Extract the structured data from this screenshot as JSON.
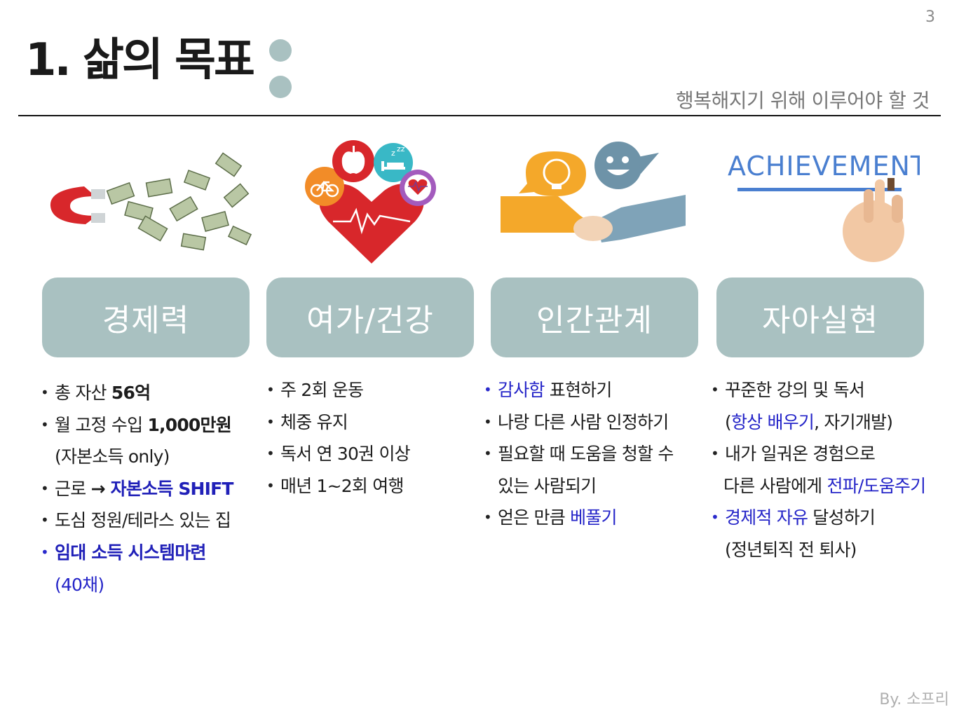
{
  "page_number": "3",
  "header": {
    "title": "1. 삶의 목표",
    "subtitle": "행복해지기 위해 이루어야 할 것"
  },
  "illustrations": {
    "achievement_text": "ACHIEVEMENT"
  },
  "columns": [
    {
      "category": "경제력",
      "items": [
        {
          "prefix": "총 자산 ",
          "bold": "56억",
          "suffix": ""
        },
        {
          "prefix": "월 고정 수입 ",
          "bold": "1,000만원",
          "suffix": ""
        },
        {
          "cont": "(자본소득 only)"
        },
        {
          "prefix": "근로 ",
          "bold": "→ ",
          "blue_bold": "자본소득 SHIFT"
        },
        {
          "prefix": "도심 정원/테라스 있는 집"
        },
        {
          "blue_bold": "임대 소득 시스템마련"
        },
        {
          "cont_blue": "(40채)"
        }
      ]
    },
    {
      "category": "여가/건강",
      "items": [
        "주 2회 운동",
        "체중 유지",
        "독서 연 30권 이상",
        "매년 1~2회 여행"
      ]
    },
    {
      "category": "인간관계",
      "items": [
        {
          "blue": "감사함",
          "suffix": " 표현하기"
        },
        {
          "text": "나랑 다른 사람 인정하기"
        },
        {
          "text": "필요할 때 도움을 청할 수"
        },
        {
          "cont": "있는 사람되기"
        },
        {
          "prefix": "얻은 만큼 ",
          "blue": "베풀기"
        }
      ]
    },
    {
      "category": "자아실현",
      "items": [
        {
          "text": "꾸준한 강의 및 독서"
        },
        {
          "cont_open": "(",
          "blue": "항상 배우기",
          "suffix": ", 자기개발)"
        },
        {
          "text": "내가 일궈온 경험으로"
        },
        {
          "cont_prefix": "다른 사람에게 ",
          "blue": "전파/도움주기"
        },
        {
          "blue": "경제적 자유",
          "suffix": " 달성하기"
        },
        {
          "cont": "(정년퇴직 전 퇴사)"
        }
      ]
    }
  ],
  "footer": "By. 소프리"
}
